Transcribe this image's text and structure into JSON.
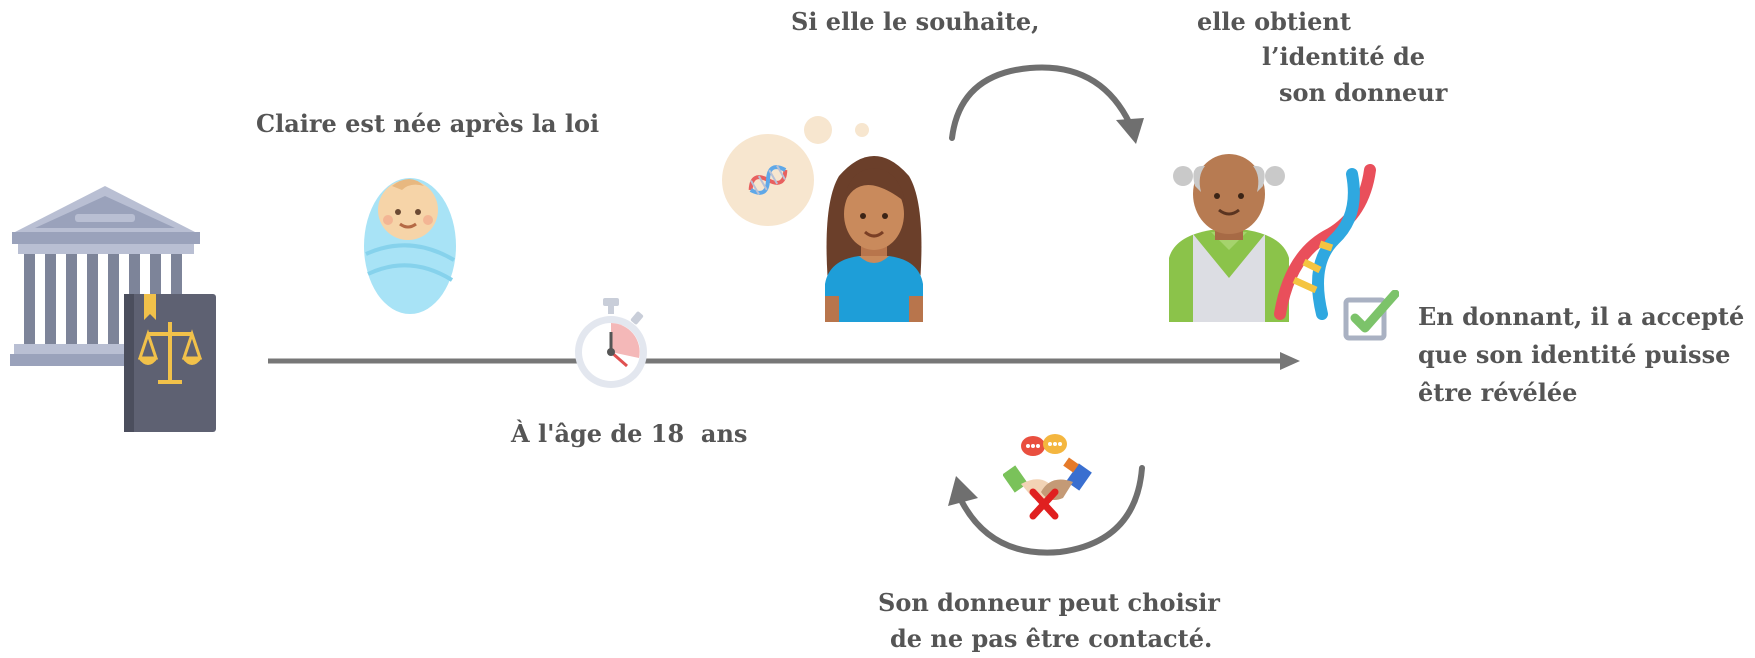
{
  "labels": {
    "birth": "Claire est née après la loi",
    "wish": "Si elle le souhaite,",
    "obtain_line1": "elle obtient",
    "obtain_line2": "l’identité de",
    "obtain_line3": "son donneur",
    "age": "À l'âge de 18  ans",
    "accept_line1": "En donnant, il a accepté",
    "accept_line2": "que son identité puisse",
    "accept_line3": "être révélée",
    "refuse_line1": "Son donneur peut choisir",
    "refuse_line2": "de ne pas être contacté."
  },
  "icons": {
    "law": "law-court-icon",
    "baby": "baby-icon",
    "timer": "stopwatch-icon",
    "dna_thought": "dna-thought-bubble-icon",
    "woman": "woman-icon",
    "donor": "elderly-man-icon",
    "dna": "dna-icon",
    "check": "checkbox-checked-icon",
    "no_contact": "no-handshake-icon"
  },
  "colors": {
    "text": "#555555",
    "timeline": "#777777",
    "arrow": "#6f6f6f",
    "check_green": "#7cc36a",
    "cross_red": "#e02020"
  }
}
